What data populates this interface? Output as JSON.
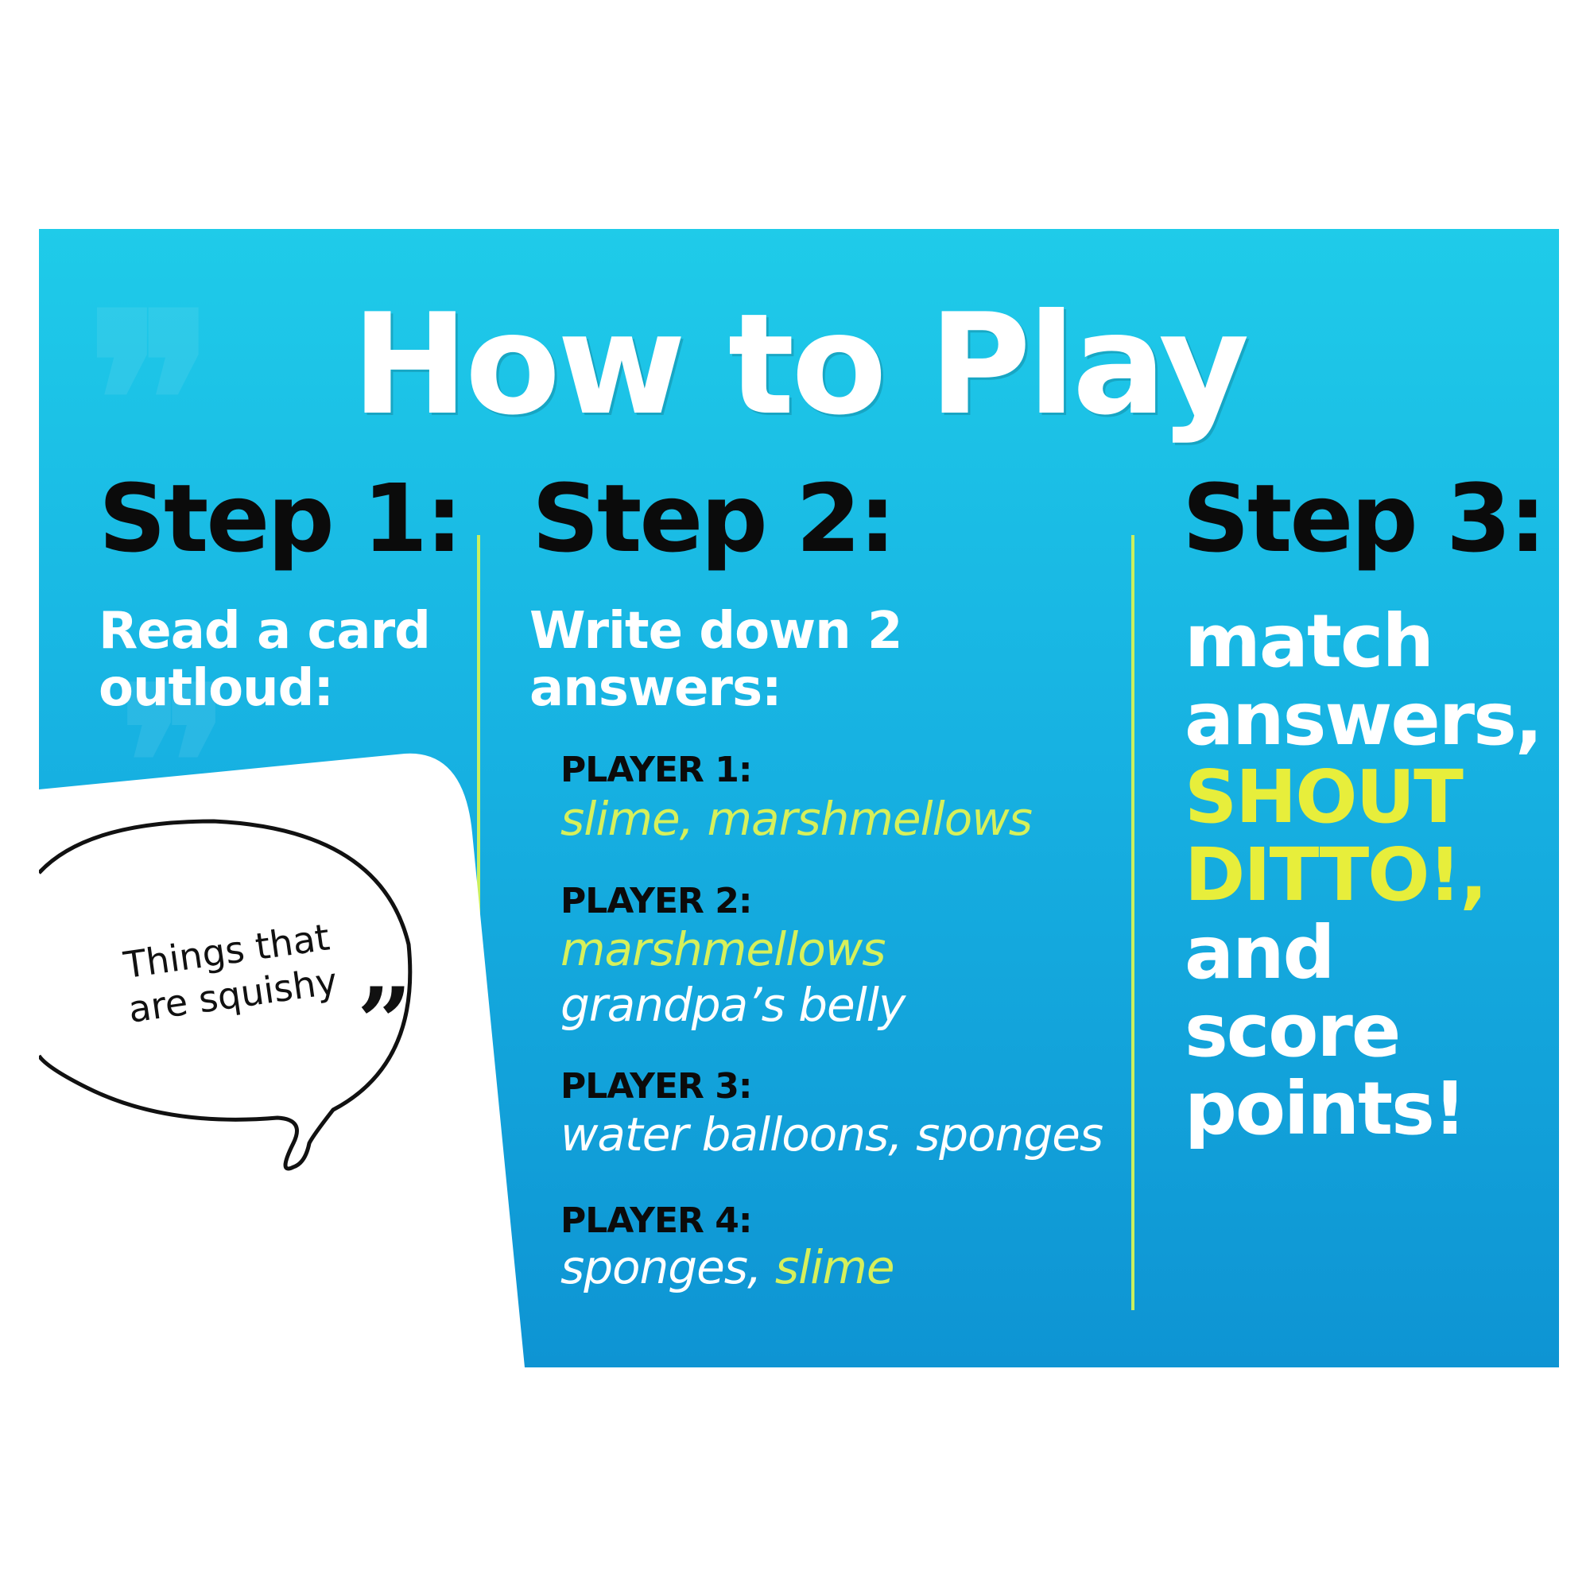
{
  "title": "How to Play",
  "steps": [
    {
      "heading": "Step 1:",
      "text_line1": "Read a card",
      "text_line2": "outloud:"
    },
    {
      "heading": "Step 2:",
      "text_line1": "Write down 2",
      "text_line2": "answers:"
    },
    {
      "heading": "Step 3:"
    }
  ],
  "card": {
    "line1": "Things that",
    "line2": "are squishy"
  },
  "players": [
    {
      "label": "PLAYER 1:",
      "answer_a": "slime, marshmellows"
    },
    {
      "label": "PLAYER 2:",
      "answer_a": "marshmellows",
      "answer_b": "grandpa’s belly"
    },
    {
      "label": "PLAYER 3:",
      "answer_a": "water balloons, sponges"
    },
    {
      "label": "PLAYER 4:",
      "answer_a": "sponges, ",
      "answer_b": "slime"
    }
  ],
  "step3_text": {
    "line1": "match",
    "line2": "answers,",
    "line3": "SHOUT",
    "line4": "DITTO!,",
    "line5": "and score",
    "line6": "points!"
  },
  "colors": {
    "background_top": "#1fcbe9",
    "background_bottom": "#0e94d3",
    "highlight": "#e7ee3b",
    "answer_highlight": "#d6f05b",
    "divider": "#c9ef5e"
  }
}
